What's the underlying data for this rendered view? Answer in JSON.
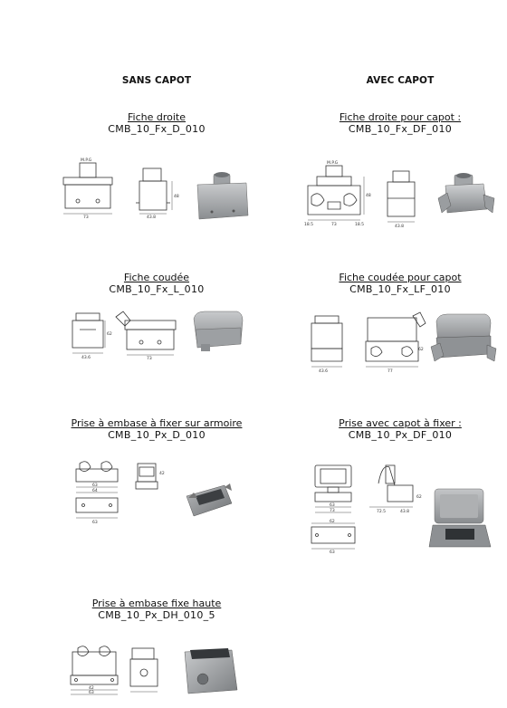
{
  "headers": {
    "left": "SANS CAPOT",
    "right": "AVEC CAPOT"
  },
  "entries": {
    "left": [
      {
        "title": "Fiche droite",
        "code": "CMB_10_Fx_D_010"
      },
      {
        "title": "Fiche coudée",
        "code": "CMB_10_Fx_L_010"
      },
      {
        "title": "Prise à embase à fixer sur armoire ",
        "code": "CMB_10_Px_D_010"
      },
      {
        "title": "Prise à embase fixe haute",
        "code": "CMB_10_Px_DH_010_5"
      }
    ],
    "right": [
      {
        "title": "Fiche droite pour capot :",
        "code": "CMB_10_Fx_DF_010"
      },
      {
        "title": "Fiche coudée pour capot",
        "code": "CMB_10_Fx_LF_010"
      },
      {
        "title": "Prise avec capot à fixer :",
        "code": "CMB_10_Px_DF_010"
      }
    ]
  },
  "drawing_labels": {
    "mpg": "M.P.G",
    "w73": "73",
    "w43_8": "43.8",
    "h48": "48",
    "w18_5": "18.5",
    "w43_6": "43.6",
    "w62": "62",
    "w63": "63",
    "w64": "64",
    "w77": "77",
    "w42": "42",
    "w72_5": "72.5"
  },
  "colors": {
    "text": "#111111",
    "line": "#333333",
    "metal_light": "#b4b6b8",
    "metal_dark": "#7d8083"
  }
}
